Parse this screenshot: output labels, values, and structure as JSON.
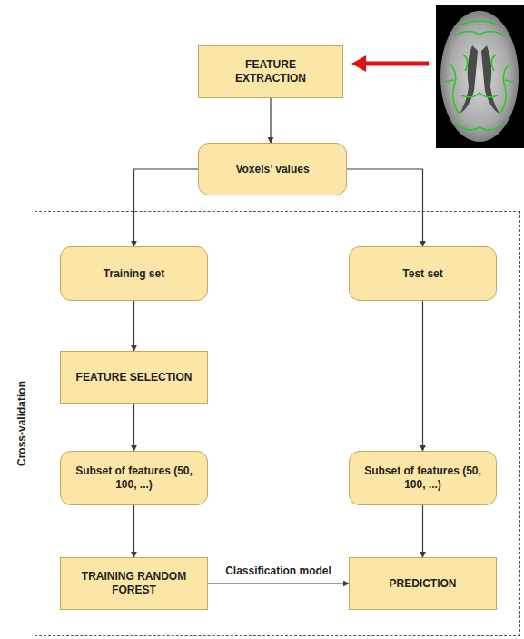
{
  "diagram": {
    "nodes": [
      {
        "text": [
          "FEATURE EXTRACTION"
        ]
      },
      {
        "text": [
          "Voxels’ values"
        ]
      },
      {
        "text": [
          "Cross-validation"
        ]
      },
      {
        "text": [
          "Training set"
        ],
        "in": 2
      },
      {
        "text": [
          "Test set"
        ],
        "in": 2
      },
      {
        "text": [
          "FEATURE SELECTION"
        ],
        "in": 2
      },
      {
        "text": [
          "Subset of features (50, 100, ...)"
        ],
        "in": 2
      },
      {
        "text": [
          "Subset of features (50, 100, ...)"
        ],
        "in": 2
      },
      {
        "text": [
          "TRAINING RANDOM FOREST"
        ],
        "in": 2
      },
      {
        "text": [
          "PREDICTION"
        ],
        "in": 2
      }
    ],
    "edges": [
      {
        "from": 0,
        "to": 1,
        "arrow": "to"
      },
      {
        "from": 1,
        "to": 3,
        "arrow": "to"
      },
      {
        "from": 1,
        "to": 4,
        "arrow": "to"
      },
      {
        "from": 3,
        "to": 5,
        "arrow": "to"
      },
      {
        "from": 5,
        "to": 6,
        "arrow": "to"
      },
      {
        "from": 6,
        "to": 8,
        "arrow": "to"
      },
      {
        "from": 4,
        "to": 7,
        "arrow": "to"
      },
      {
        "from": 7,
        "to": 9,
        "arrow": "to"
      },
      {
        "from": 8,
        "to": 9,
        "label": "Classification model",
        "arrow": "to"
      }
    ]
  }
}
